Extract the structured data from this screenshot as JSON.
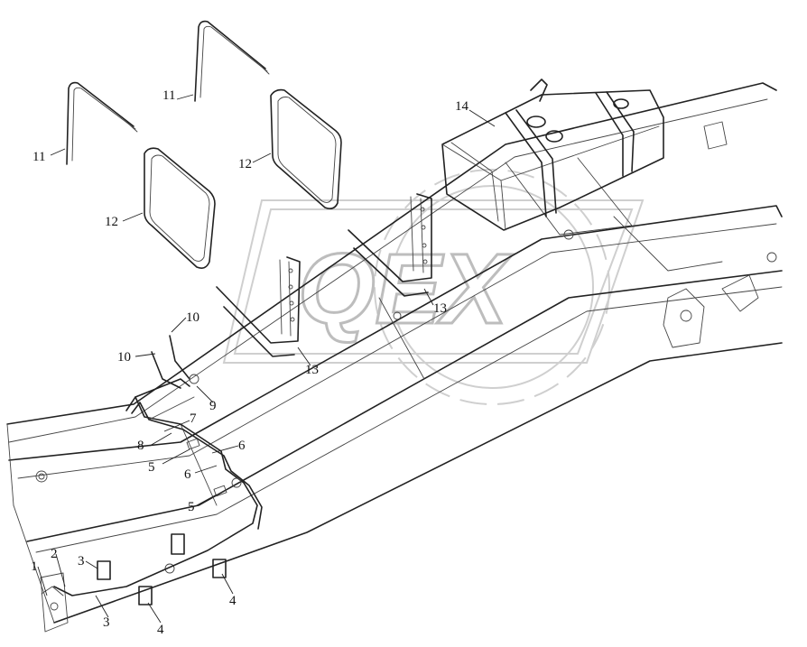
{
  "diagram": {
    "watermark_text": "QEX",
    "callouts": {
      "p1": "1",
      "p2": "2",
      "p3a": "3",
      "p3b": "3",
      "p4a": "4",
      "p4b": "4",
      "p5a": "5",
      "p5b": "5",
      "p6a": "6",
      "p6b": "6",
      "p7": "7",
      "p8": "8",
      "p9": "9",
      "p10a": "10",
      "p10b": "10",
      "p11a": "11",
      "p11b": "11",
      "p12a": "12",
      "p12b": "12",
      "p13a": "13",
      "p13b": "13",
      "p14": "14"
    }
  }
}
